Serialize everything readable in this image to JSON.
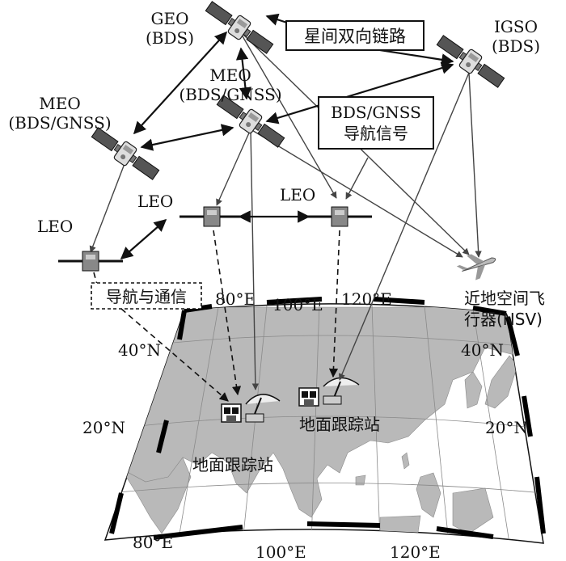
{
  "satellites": {
    "geo": {
      "line1": "GEO",
      "line2": "(BDS)"
    },
    "igso": {
      "line1": "IGSO",
      "line2": "(BDS)"
    },
    "meo_center": {
      "line1": "MEO",
      "line2": "(BDS/GNSS)"
    },
    "meo_left": {
      "line1": "MEO",
      "line2": "(BDS/GNSS)"
    },
    "leo_left": "LEO",
    "leo_center": "LEO",
    "leo_right": "LEO"
  },
  "callouts": {
    "isl": "星间双向链路",
    "nav_signal_line1": "BDS/GNSS",
    "nav_signal_line2": "导航信号",
    "nav_comm": "导航与通信"
  },
  "nsv": {
    "line1": "近地空间飞",
    "line2": "行器(NSV)"
  },
  "stations": {
    "left": "地面跟踪站",
    "right": "地面跟踪站"
  },
  "map": {
    "top_lon_labels": [
      "80°E",
      "100°E",
      "120°E"
    ],
    "bottom_lon_labels": [
      "80°E",
      "100°E",
      "120°E"
    ],
    "left_lat_labels": [
      "40°N",
      "20°N"
    ],
    "right_lat_labels": [
      "40°N",
      "20°N"
    ],
    "land_color": "#b9b9b9",
    "sea_color": "#ffffff"
  }
}
